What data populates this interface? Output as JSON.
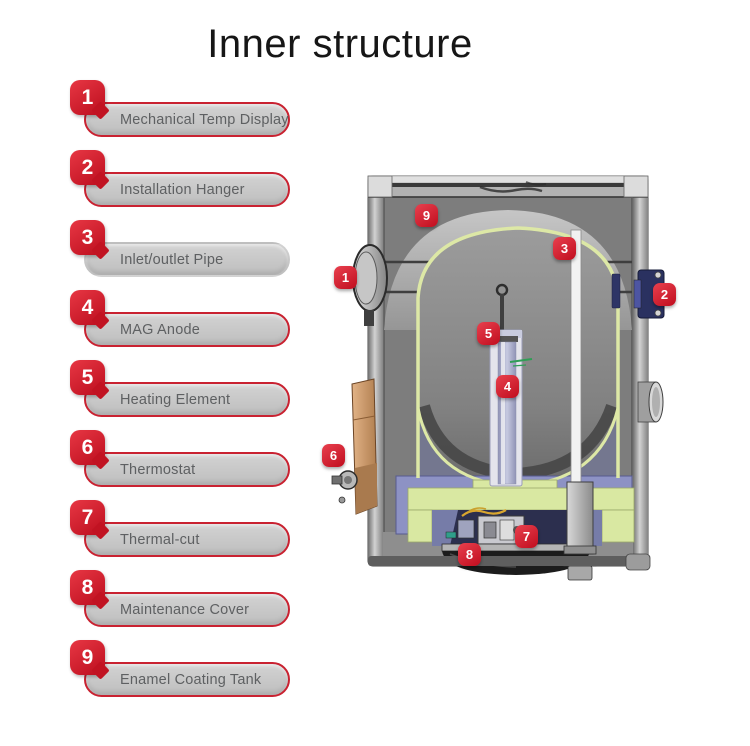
{
  "title": "Inner structure",
  "legend": {
    "items": [
      {
        "num": "1",
        "label": "Mechanical Temp Display",
        "outlined": true
      },
      {
        "num": "2",
        "label": "Installation Hanger",
        "outlined": true
      },
      {
        "num": "3",
        "label": "Inlet/outlet Pipe",
        "outlined": false
      },
      {
        "num": "4",
        "label": "MAG Anode",
        "outlined": true
      },
      {
        "num": "5",
        "label": "Heating Element",
        "outlined": true
      },
      {
        "num": "6",
        "label": "Thermostat",
        "outlined": true
      },
      {
        "num": "7",
        "label": "Thermal-cut",
        "outlined": true
      },
      {
        "num": "8",
        "label": "Maintenance Cover",
        "outlined": true
      },
      {
        "num": "9",
        "label": "Enamel Coating Tank",
        "outlined": true
      }
    ]
  },
  "diagram": {
    "description": "Cutaway illustration of electric water heater inner structure",
    "markers": [
      {
        "num": "1"
      },
      {
        "num": "2"
      },
      {
        "num": "3"
      },
      {
        "num": "4"
      },
      {
        "num": "5"
      },
      {
        "num": "6"
      },
      {
        "num": "7"
      },
      {
        "num": "8"
      },
      {
        "num": "9"
      }
    ]
  },
  "colors": {
    "badge_red": "#d7202f",
    "pill_gray": "#c6c6c6",
    "pill_border_red": "#c92231",
    "pill_text": "#5e6062",
    "title_color": "#161616",
    "enamel_green": "#dde8a6",
    "flange_green": "#d9e8a2",
    "purple": "#8d92c4",
    "hanger_navy": "#2a3160",
    "thermostat_copper": "#c9946a",
    "white_pipe": "#f2f2f2"
  }
}
